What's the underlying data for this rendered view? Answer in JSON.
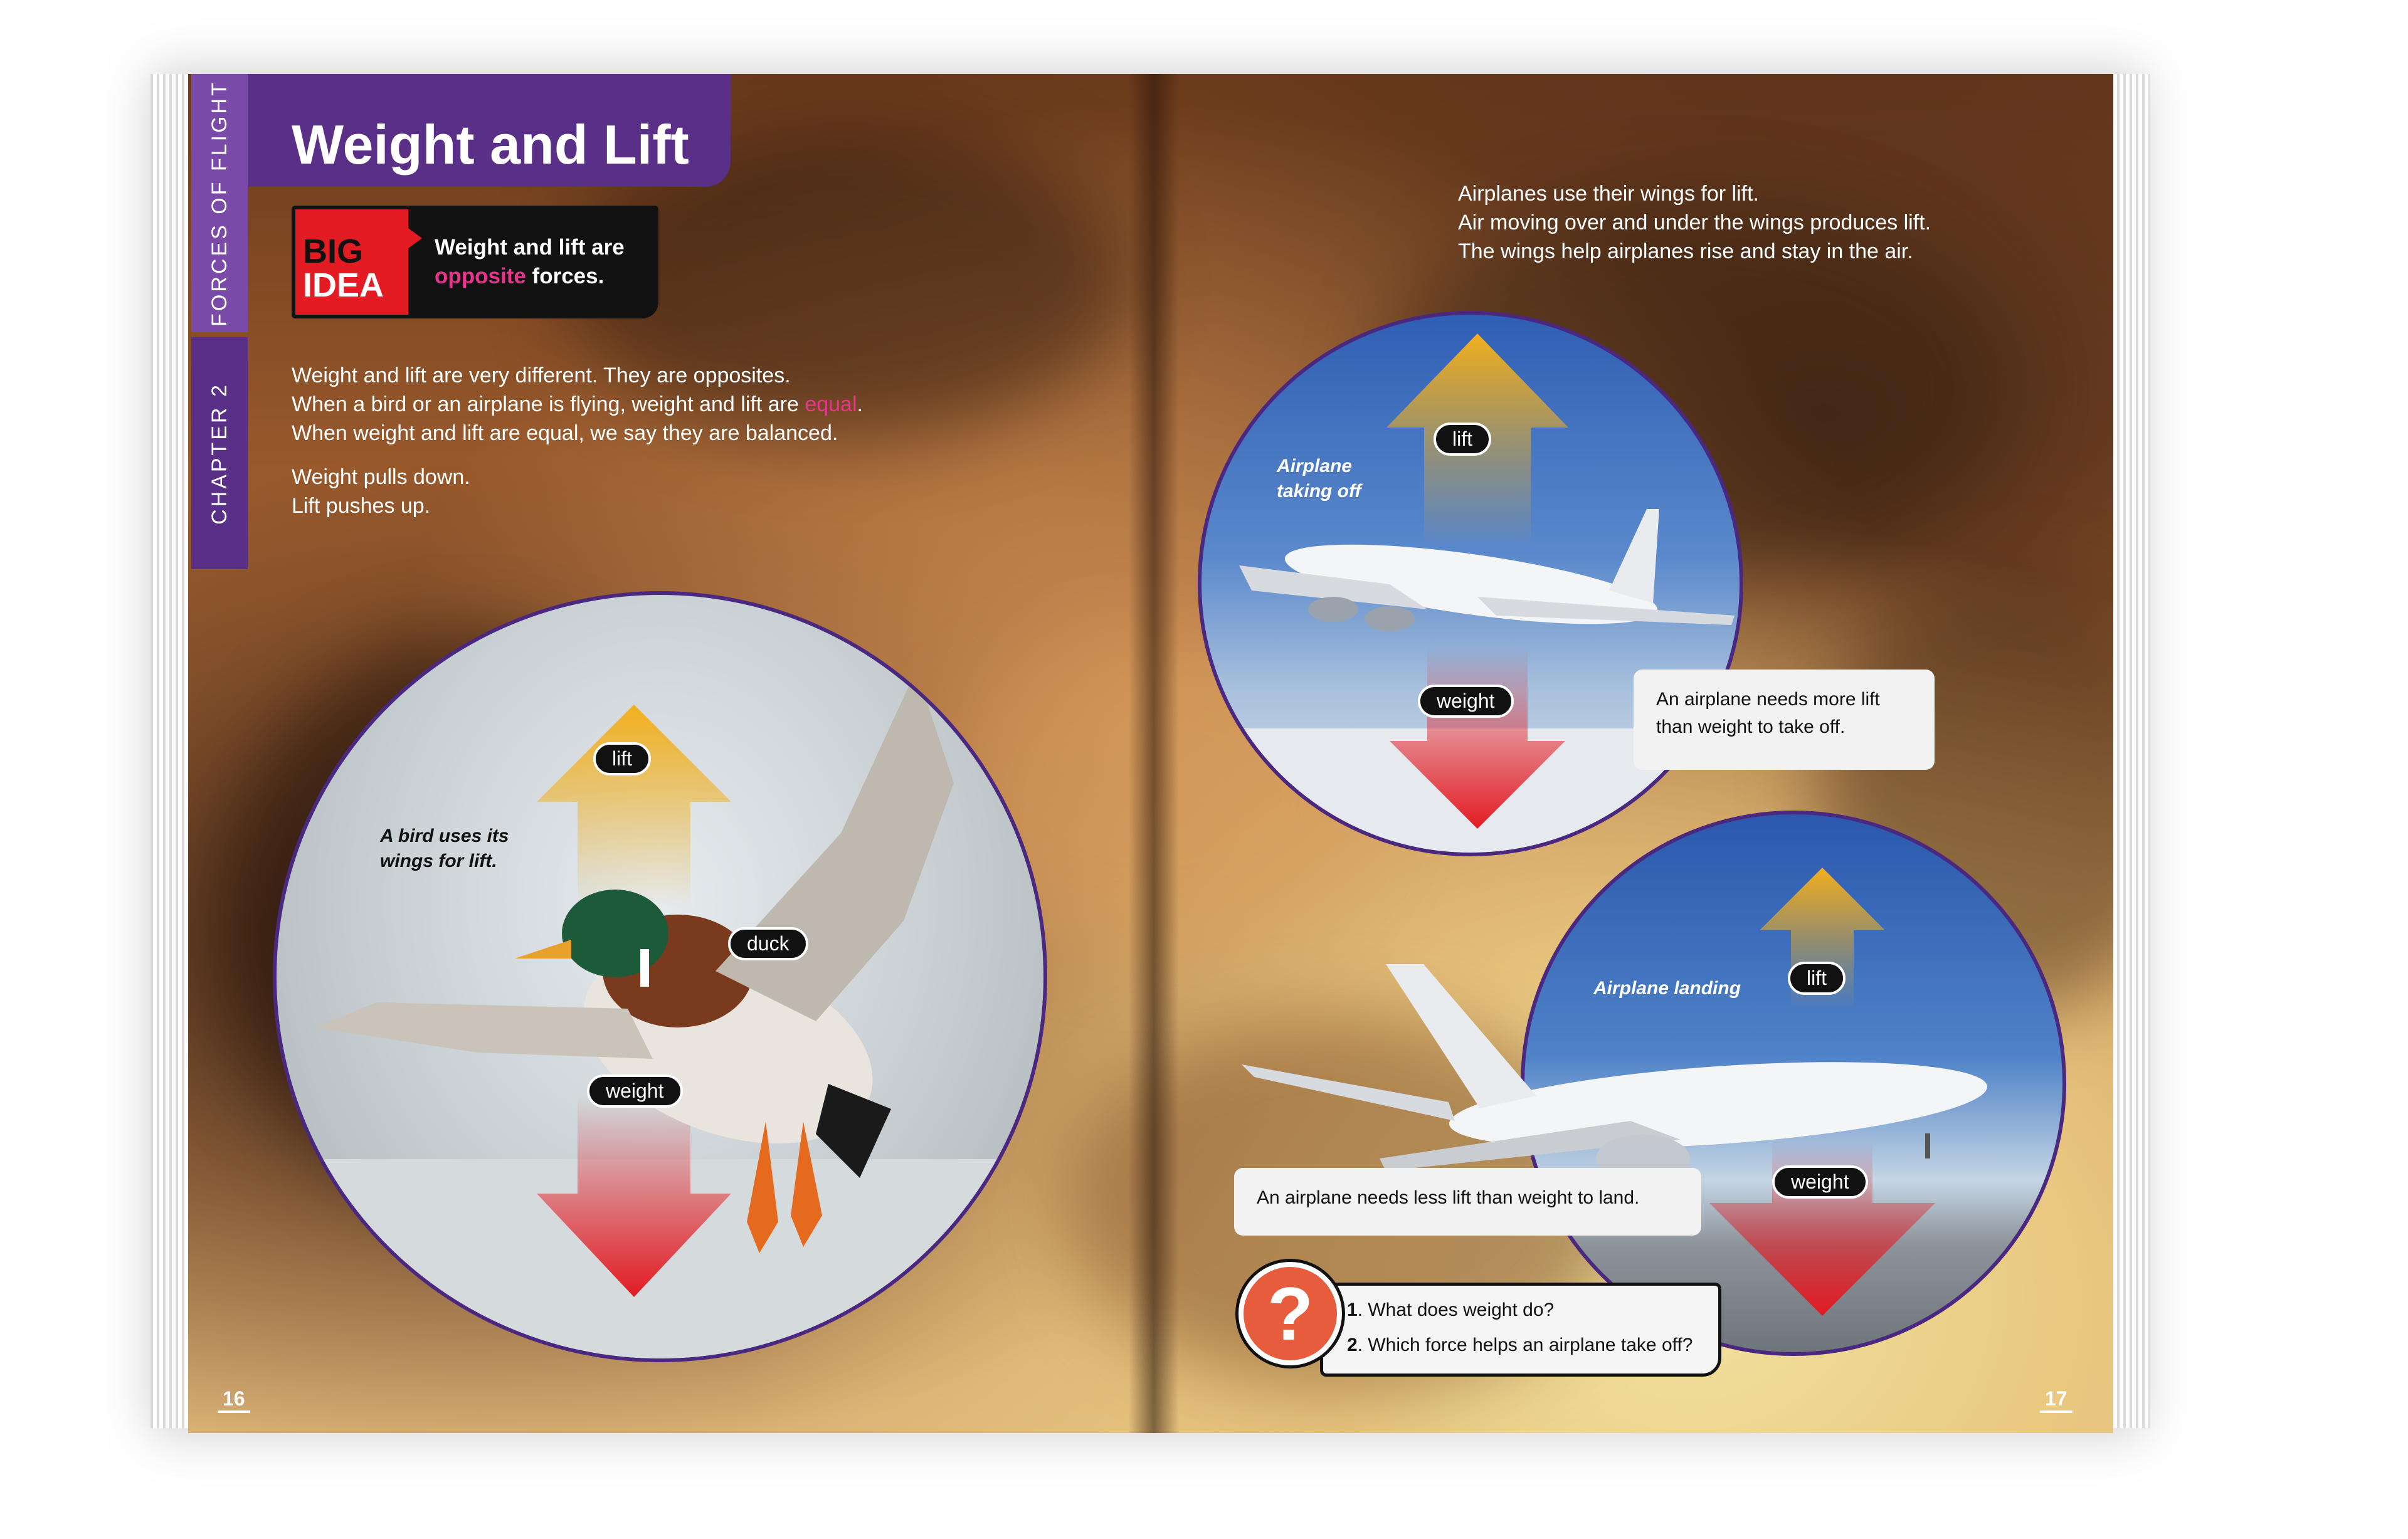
{
  "side_tabs": {
    "section": "FORCES OF FLIGHT",
    "chapter": "CHAPTER 2"
  },
  "left_page": {
    "title": "Weight and Lift",
    "big_idea": {
      "badge_line1": "BIG",
      "badge_line2": "IDEA",
      "text_before": "Weight and lift are ",
      "text_highlight": "opposite",
      "text_after": " forces."
    },
    "paragraph1": {
      "line1": "Weight and lift are very different. They are opposites.",
      "line2_before": "When a bird or an airplane is flying, weight and lift are ",
      "line2_highlight": "equal",
      "line2_after": ".",
      "line3": "When weight and lift are equal, we say they are balanced."
    },
    "paragraph2": {
      "line1": "Weight pulls down.",
      "line2": "Lift pushes up."
    },
    "duck_figure": {
      "caption_line1": "A bird uses its",
      "caption_line2": "wings for lift.",
      "lift_label": "lift",
      "duck_label": "duck",
      "weight_label": "weight"
    },
    "page_number": "16"
  },
  "right_page": {
    "intro": {
      "line1": "Airplanes use their wings for lift.",
      "line2": "Air moving over and under the wings produces lift.",
      "line3": "The wings help airplanes rise and stay in the air."
    },
    "takeoff_figure": {
      "caption_line1": "Airplane",
      "caption_line2": "taking off",
      "lift_label": "lift",
      "weight_label": "weight",
      "callout_line1": "An airplane needs more lift",
      "callout_line2": "than weight to take off."
    },
    "landing_figure": {
      "caption": "Airplane landing",
      "lift_label": "lift",
      "weight_label": "weight",
      "callout": "An airplane needs less lift than weight to land."
    },
    "questions": {
      "icon_glyph": "?",
      "q1_number": "1",
      "q1_text": ". What does weight do?",
      "q2_number": "2",
      "q2_text": ". Which force helps an airplane take off?"
    },
    "page_number": "17"
  },
  "colors": {
    "purple_dark": "#5a2f88",
    "purple_light": "#7a4aa8",
    "lift_arrow": "#f2b01e",
    "weight_arrow": "#e31b23",
    "highlight_pink": "#e8348a",
    "question_icon": "#e75c3c"
  }
}
